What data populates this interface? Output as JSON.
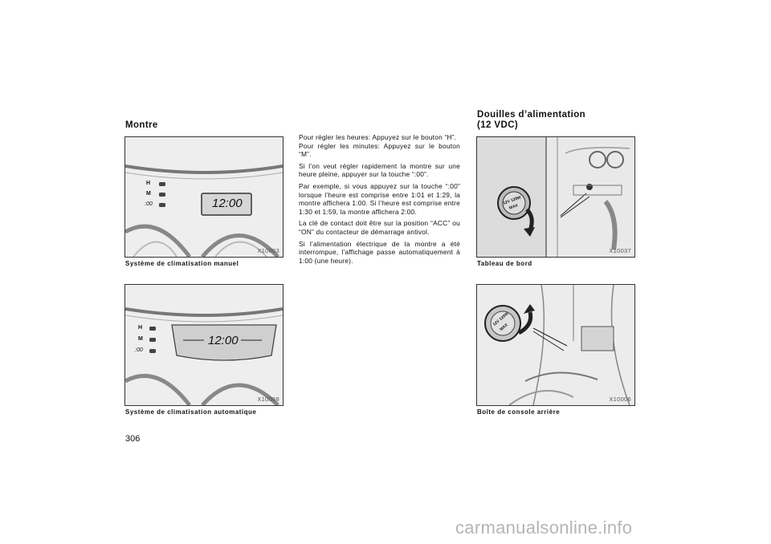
{
  "left": {
    "heading": "Montre",
    "figure1": {
      "code": "X10003",
      "caption": "Système de climatisation manuel",
      "display": "12:00",
      "buttons": [
        "H",
        "M",
        ":00"
      ]
    },
    "figure2": {
      "code": "X10068",
      "caption": "Système de climatisation automatique",
      "display": "12:00",
      "buttons": [
        "H",
        "M",
        ":00"
      ]
    }
  },
  "middle": {
    "paragraphs": [
      "Pour régler les heures: Appuyez sur le bouton “H”.",
      "Pour régler les minutes: Appuyez sur le bouton “M”.",
      "Si l’on veut régler rapidement la montre sur une heure pleine, appuyer sur la touche “:00”.",
      "Par exemple, si vous appuyez sur la touche “:00” lorsque l’heure est comprise entre 1:01 et 1:29, la montre affichera 1:00. Si l’heure est comprise entre 1:30 et 1:59, la montre affichera 2:00.",
      "La clé de contact doit être sur la position “ACC” ou “ON” du contacteur de démarrage antivol.",
      "Si l’alimentation électrique de la montre a été interrompue, l’affichage passe automatiquement à 1:00 (une heure)."
    ]
  },
  "right": {
    "heading_line1": "Douilles d’alimentation",
    "heading_line2": "(12 VDC)",
    "figure1": {
      "code": "X10037",
      "caption": "Tableau de bord",
      "cap_text_1": "12V 120W",
      "cap_text_2": "MAX"
    },
    "figure2": {
      "code": "X10006",
      "caption": "Boîte de console arrière",
      "cap_text_1": "12V 120W",
      "cap_text_2": "MAX"
    }
  },
  "page_number": "306",
  "watermark": "carmanualsonline.info"
}
